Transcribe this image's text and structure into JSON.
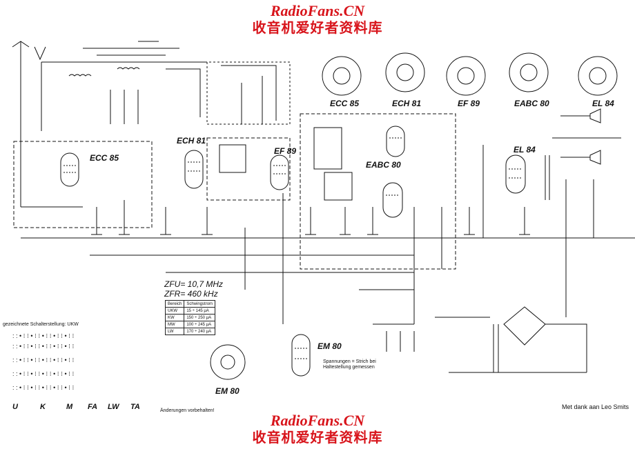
{
  "watermark": {
    "en": "RadioFans.CN",
    "cn": "收音机爱好者资料库"
  },
  "tubes": {
    "top_row": [
      "ECC 85",
      "ECH 81",
      "EF 89",
      "EABC 80",
      "EL 84"
    ],
    "circuit": [
      "ECC 85",
      "ECH 81",
      "EF 89",
      "EABC 80",
      "EL 84",
      "EM 80"
    ],
    "bottom_left": "EM 80"
  },
  "if_frequencies": {
    "fm": "ZFU= 10,7 MHz",
    "am": "ZFR= 460 kHz"
  },
  "osc_table": {
    "headers": [
      "Bereich",
      "Schwingstrom"
    ],
    "rows": [
      [
        "UKW",
        "15 ÷ 145 μA"
      ],
      [
        "KW",
        "150 ÷ 250 μA"
      ],
      [
        "MW",
        "100 ÷ 245 μA"
      ],
      [
        "LW",
        "170 ÷ 240 μA"
      ]
    ]
  },
  "switch_legend": {
    "title": "gezeichnete Schalterstellung: UKW",
    "positions": [
      "U",
      "K",
      "M",
      "FA",
      "LW",
      "TA"
    ],
    "note": "Änderungen vorbehalten!"
  },
  "voltage_note": "Spannungen = Strich bei Haltestellung gemessen",
  "credit": "Met dank aan Leo Smits",
  "colors": {
    "watermark": "#d8141b",
    "ink": "#111111"
  }
}
